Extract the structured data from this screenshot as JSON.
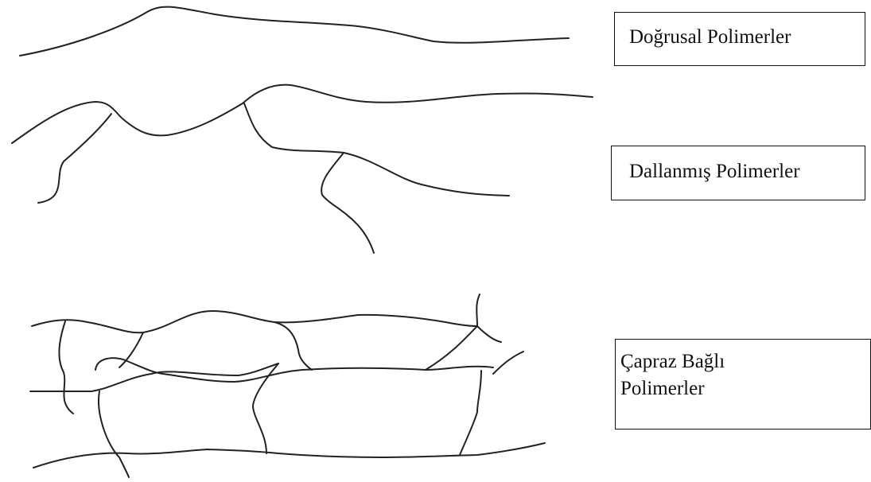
{
  "labels": {
    "linear": "Doğrusal Polimerler",
    "branched": "Dallanmış Polimerler",
    "cross_linked_line1": "Çapraz Bağlı",
    "cross_linked_line2": "Polimerler"
  },
  "colors": {
    "stroke": "#222222",
    "border": "#111111",
    "background": "#ffffff"
  }
}
